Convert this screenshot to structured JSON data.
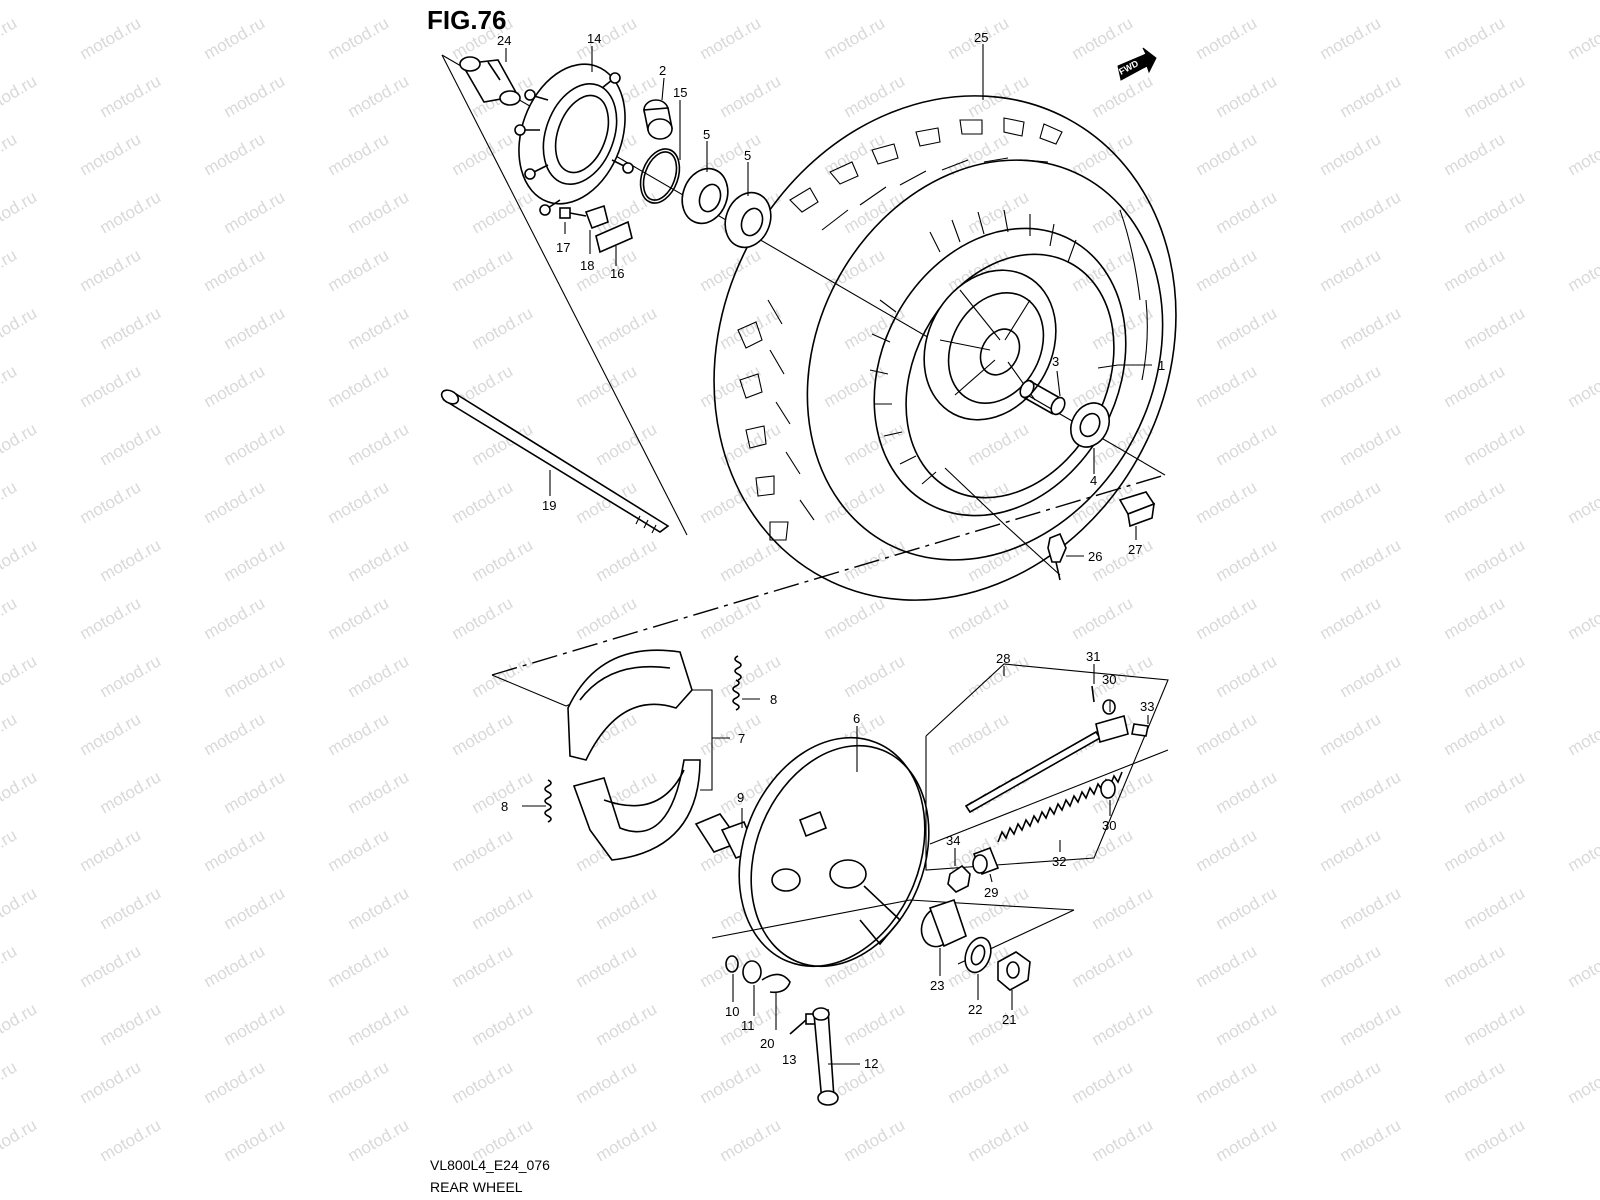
{
  "figure": {
    "title": "FIG.76",
    "code": "VL800L4_E24_076",
    "caption": "REAR WHEEL",
    "fwd_label": "FWD"
  },
  "watermark": "motod.ru",
  "parts": {
    "p1": "1",
    "p2": "2",
    "p3": "3",
    "p4": "4",
    "p5a": "5",
    "p5b": "5",
    "p6": "6",
    "p7": "7",
    "p8a": "8",
    "p8b": "8",
    "p9": "9",
    "p10": "10",
    "p11": "11",
    "p12": "12",
    "p13": "13",
    "p14": "14",
    "p15": "15",
    "p16": "16",
    "p17": "17",
    "p18": "18",
    "p19": "19",
    "p20": "20",
    "p21": "21",
    "p22": "22",
    "p23": "23",
    "p24": "24",
    "p25": "25",
    "p26": "26",
    "p27": "27",
    "p28": "28",
    "p29": "29",
    "p30a": "30",
    "p30b": "30",
    "p31": "31",
    "p32": "32",
    "p33": "33",
    "p34": "34"
  }
}
